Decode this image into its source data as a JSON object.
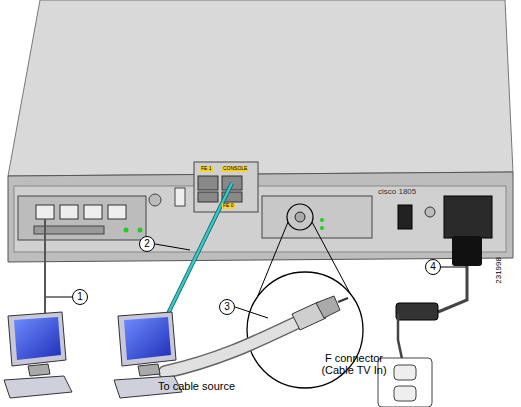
{
  "diagram": {
    "labels": [
      "1",
      "2",
      "3",
      "4",
      "F connector (Cable TV In)",
      "To cable source",
      "231998",
      "CONSOLE",
      "FE 1",
      "FE 0",
      "cisco 1805"
    ]
  }
}
